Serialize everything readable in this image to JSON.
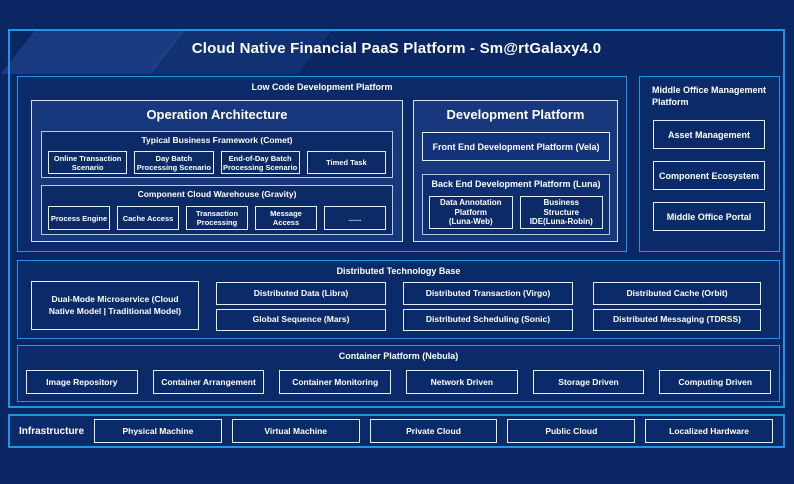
{
  "title": "Cloud Native Financial PaaS Platform - Sm@rtGalaxy4.0",
  "low_code": {
    "label": "Low Code Development Platform",
    "operation_architecture": {
      "title": "Operation Architecture",
      "comet": {
        "label": "Typical Business Framework (Comet)",
        "items": [
          "Online Transaction Scenario",
          "Day Batch Processing Scenario",
          "End-of-Day Batch Processing Scenario",
          "Timed Task"
        ]
      },
      "gravity": {
        "label": "Component Cloud Warehouse (Gravity)",
        "items": [
          "Process Engine",
          "Cache Access",
          "Transaction Processing",
          "Message Access",
          "......"
        ]
      }
    },
    "development_platform": {
      "title": "Development Platform",
      "front_end": "Front End Development Platform (Vela)",
      "back_end": {
        "label": "Back End Development Platform (Luna)",
        "items": [
          "Data Annotation\nPlatform\n(Luna-Web)",
          "Business\nStructure\nIDE(Luna-Robin)"
        ]
      }
    }
  },
  "middle_office": {
    "label": "Middle Office Management Platform",
    "items": [
      "Asset Management",
      "Component Ecosystem",
      "Middle Office Portal"
    ]
  },
  "distributed": {
    "label": "Distributed Technology Base",
    "dual_mode": "Dual-Mode Microservice (Cloud Native Model | Traditional Model)",
    "row1": [
      "Distributed Data (Libra)",
      "Distributed Transaction (Virgo)",
      "Distributed Cache (Orbit)"
    ],
    "row2": [
      "Global Sequence (Mars)",
      "Distributed Scheduling (Sonic)",
      "Distributed Messaging (TDRSS)"
    ]
  },
  "container": {
    "label": "Container Platform (Nebula)",
    "items": [
      "Image Repository",
      "Container Arrangement",
      "Container Monitoring",
      "Network Driven",
      "Storage Driven",
      "Computing Driven"
    ]
  },
  "infrastructure": {
    "label": "Infrastructure",
    "items": [
      "Physical Machine",
      "Virtual Machine",
      "Private Cloud",
      "Public Cloud",
      "Localized Hardware"
    ]
  },
  "colors": {
    "background": "#0a2663",
    "frame_border": "#1e96e8",
    "panel_fill": "#18387e",
    "box_fill": "#0b2a66",
    "box_border": "#e7edf7",
    "text": "#ffffff"
  }
}
